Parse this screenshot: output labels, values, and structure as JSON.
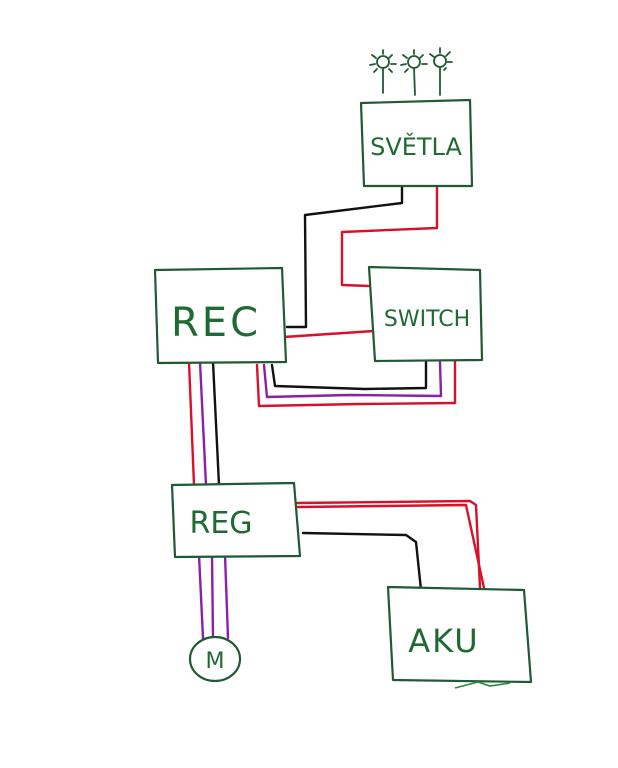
{
  "diagram": {
    "title": "",
    "colors": {
      "outline": "#1f5a32",
      "text": "#1f6a32",
      "wire_black": "#111111",
      "wire_red": "#d8102a",
      "wire_purple": "#8a1fa8"
    },
    "nodes": {
      "svetla": {
        "label": "SVĚTLA",
        "type": "box",
        "extra": "3 lamp symbols on top"
      },
      "rec": {
        "label": "REC",
        "type": "box"
      },
      "switch": {
        "label": "SWITCH",
        "type": "box"
      },
      "reg": {
        "label": "REG",
        "type": "box"
      },
      "aku": {
        "label": "AKU",
        "type": "box"
      },
      "motor": {
        "label": "M",
        "type": "circle"
      }
    },
    "edges": [
      {
        "from": "svetla",
        "to": "rec",
        "color": "black"
      },
      {
        "from": "svetla",
        "to": "switch",
        "color": "red"
      },
      {
        "from": "rec",
        "to": "switch",
        "color": "red"
      },
      {
        "from": "rec",
        "to": "switch",
        "color": "black",
        "route": "below"
      },
      {
        "from": "rec",
        "to": "switch",
        "color": "purple",
        "route": "below"
      },
      {
        "from": "rec",
        "to": "switch",
        "color": "red",
        "route": "below"
      },
      {
        "from": "rec",
        "to": "reg",
        "color": "red"
      },
      {
        "from": "rec",
        "to": "reg",
        "color": "purple"
      },
      {
        "from": "rec",
        "to": "reg",
        "color": "black"
      },
      {
        "from": "reg",
        "to": "motor",
        "color": "purple",
        "count": 3
      },
      {
        "from": "reg",
        "to": "aku",
        "color": "red"
      },
      {
        "from": "reg",
        "to": "aku",
        "color": "black"
      }
    ]
  }
}
